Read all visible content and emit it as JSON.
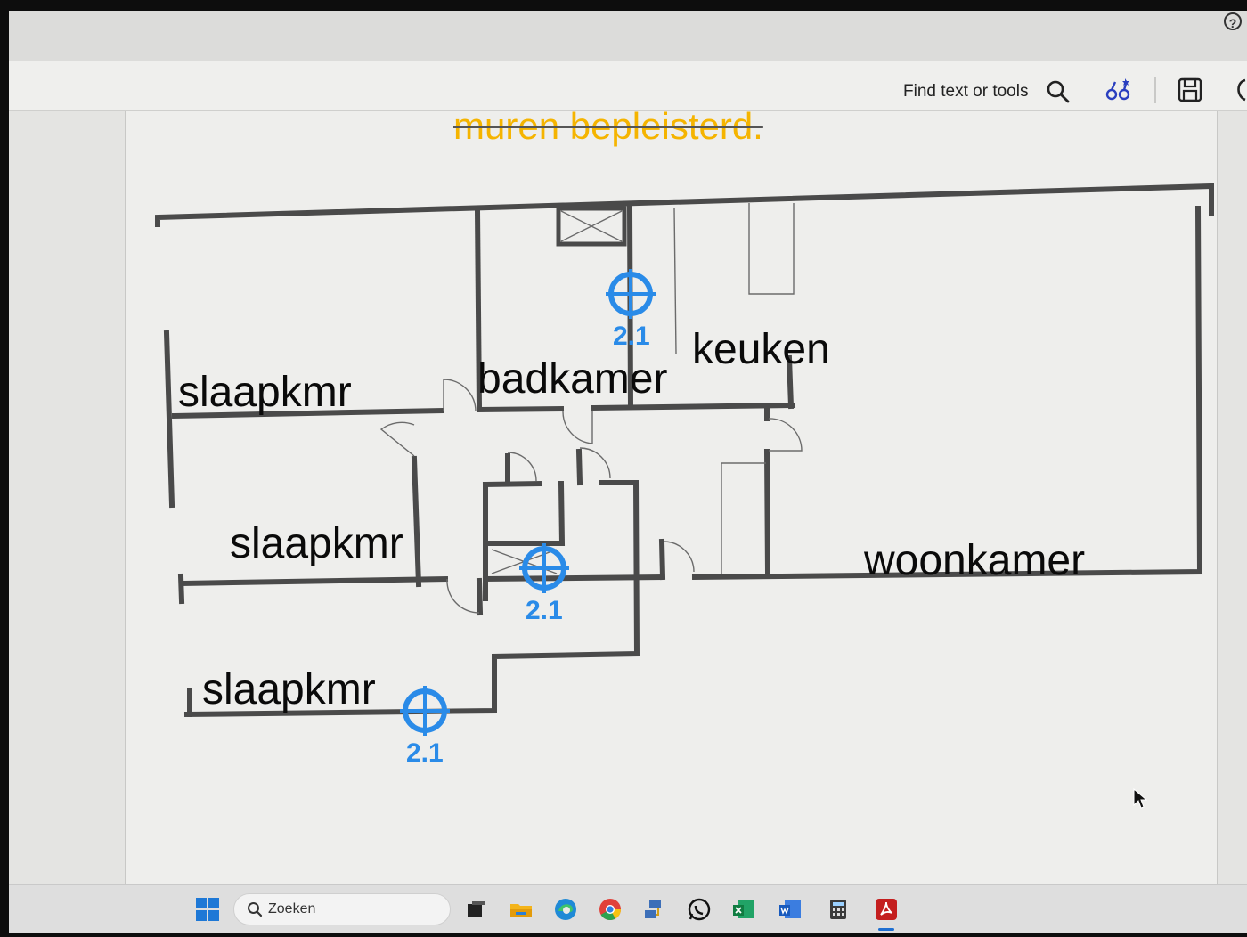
{
  "toolbar": {
    "find_label": "Find text or tools",
    "icons": [
      "help-icon",
      "search-icon",
      "ai-assistant-icon",
      "save-icon",
      "share-icon"
    ]
  },
  "document": {
    "annotation_text": "muren bepleisterd.",
    "annotation_color": "#f5b400",
    "rooms": [
      {
        "label": "slaapkmr"
      },
      {
        "label": "slaapkmr"
      },
      {
        "label": "slaapkmr"
      },
      {
        "label": "badkamer"
      },
      {
        "label": "keuken"
      },
      {
        "label": "woonkamer"
      }
    ],
    "markers": [
      {
        "label": "2.1"
      },
      {
        "label": "2.1"
      },
      {
        "label": "2.1"
      }
    ],
    "marker_color": "#2a8be8"
  },
  "taskbar": {
    "search_placeholder": "Zoeken",
    "apps": [
      "task-view-icon",
      "file-explorer-icon",
      "edge-icon",
      "chrome-icon",
      "network-app-icon",
      "whatsapp-icon",
      "excel-icon",
      "word-icon",
      "calculator-icon",
      "acrobat-icon"
    ]
  }
}
